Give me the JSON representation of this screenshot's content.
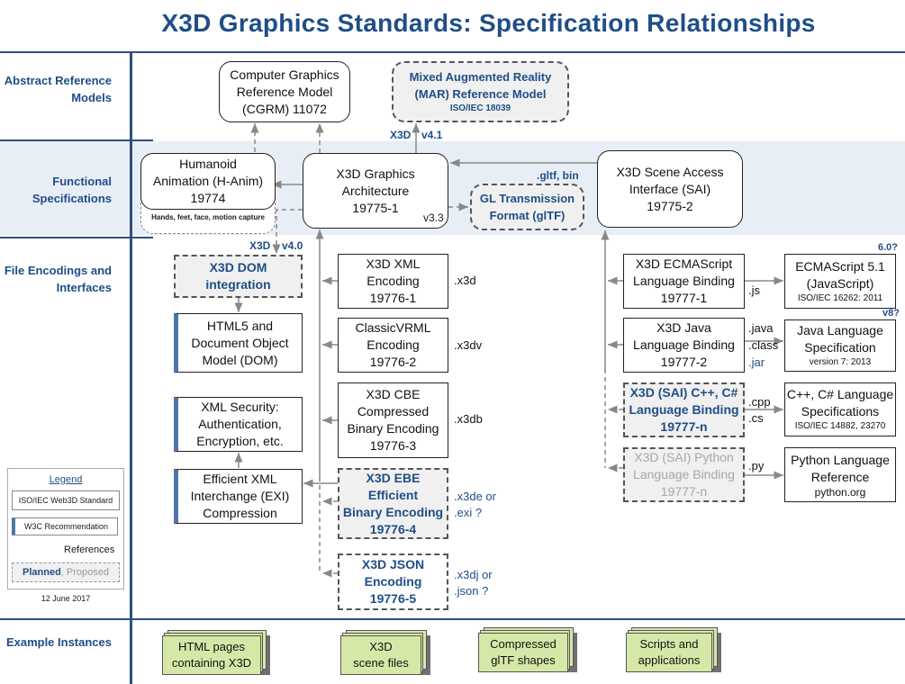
{
  "title": "X3D Graphics Standards:  Specification Relationships",
  "rows": {
    "abstract": "Abstract Reference Models",
    "functional": "Functional Specifications",
    "encodings": "File Encodings and Interfaces",
    "examples": "Example Instances"
  },
  "boxes": {
    "cgrm": {
      "line1": "Computer Graphics",
      "line2": "Reference Model",
      "line3": "(CGRM) 11072"
    },
    "mar": {
      "line1": "Mixed Augmented Reality",
      "line2": "(MAR) Reference Model",
      "line3": "ISO/IEC 18039"
    },
    "hanim": {
      "line1": "Humanoid",
      "line2": "Animation (H-Anim)",
      "line3": "19774",
      "note": "Hands, feet, face, motion capture"
    },
    "arch": {
      "line1": "X3D Graphics",
      "line2": "Architecture",
      "line3": "19775-1",
      "version": "v3.3"
    },
    "gltf": {
      "line1": "GL Transmission",
      "line2": "Format (glTF)",
      "ext": ".gltf, bin"
    },
    "sai": {
      "line1": "X3D Scene Access",
      "line2": "Interface (SAI)",
      "line3": "19775-2"
    },
    "dom_integration": {
      "line1": "X3D DOM",
      "line2": "integration"
    },
    "html5": {
      "line1": "HTML5 and",
      "line2": "Document Object",
      "line3": "Model (DOM)"
    },
    "xmlsec": {
      "line1": "XML Security:",
      "line2": "Authentication,",
      "line3": "Encryption, etc."
    },
    "exi": {
      "line1": "Efficient XML",
      "line2": "Interchange (EXI)",
      "line3": "Compression"
    },
    "xml": {
      "line1": "X3D XML",
      "line2": "Encoding",
      "line3": "19776-1",
      "ext": ".x3d"
    },
    "vrml": {
      "line1": "ClassicVRML",
      "line2": "Encoding",
      "line3": "19776-2",
      "ext": ".x3dv"
    },
    "cbe": {
      "line1": "X3D CBE",
      "line2": "Compressed",
      "line3": "Binary Encoding",
      "line4": "19776-3",
      "ext": ".x3db"
    },
    "ebe": {
      "line1": "X3D EBE",
      "line2": "Efficient",
      "line3": "Binary Encoding",
      "line4": "19776-4",
      "ext1": ".x3de or",
      "ext2": ".exi ?"
    },
    "json": {
      "line1": "X3D JSON",
      "line2": "Encoding",
      "line3": "19776-5",
      "ext1": ".x3dj or",
      "ext2": ".json ?"
    },
    "ecma_binding": {
      "line1": "X3D ECMAScript",
      "line2": "Language Binding",
      "line3": "19777-1",
      "ext": ".js"
    },
    "java_binding": {
      "line1": "X3D Java",
      "line2": "Language Binding",
      "line3": "19777-2",
      "ext1": ".java",
      "ext2": ".class",
      "ext3": ".jar"
    },
    "cpp_binding": {
      "line1": "X3D (SAI) C++, C#",
      "line2": "Language Binding",
      "line3": "19777-n",
      "ext1": ".cpp",
      "ext2": ".cs"
    },
    "python_binding": {
      "line1": "X3D (SAI) Python",
      "line2": "Language Binding",
      "line3": "19777-n",
      "ext": ".py"
    },
    "ecmascript": {
      "line1": "ECMAScript 5.1",
      "line2": "(JavaScript)",
      "line3": "ISO/IEC 16262: 2011",
      "version": "6.0?"
    },
    "java": {
      "line1": "Java Language",
      "line2": "Specification",
      "line3": "version 7: 2013",
      "version": "v8?"
    },
    "cpp": {
      "line1": "C++, C# Language",
      "line2": "Specifications",
      "line3": "ISO/IEC 14882, 23270"
    },
    "python": {
      "line1": "Python Language",
      "line2": "Reference",
      "line3": "python.org"
    }
  },
  "version_labels": {
    "mar_left": "X3D",
    "mar_right": "v4.1",
    "dom_left": "X3D",
    "dom_right": "v4.0"
  },
  "legend": {
    "title": "Legend",
    "iso": "ISO/IEC Web3D Standard",
    "w3c": "W3C Recommendation",
    "references": "References ...",
    "planned": "Planned",
    "proposed": ", Proposed",
    "date": "12 June 2017"
  },
  "examples": [
    {
      "line1": "HTML pages",
      "line2": "containing X3D"
    },
    {
      "line1": "X3D",
      "line2": "scene files"
    },
    {
      "line1": "Compressed",
      "line2": "glTF shapes"
    },
    {
      "line1": "Scripts and",
      "line2": "applications"
    }
  ],
  "colors": {
    "title_blue": "#1f4e87",
    "band": "#e8eef6",
    "w3c_bar": "#4f76a8",
    "example_fill": "#d6e8a8",
    "planned_fill": "#f0f0f0"
  }
}
